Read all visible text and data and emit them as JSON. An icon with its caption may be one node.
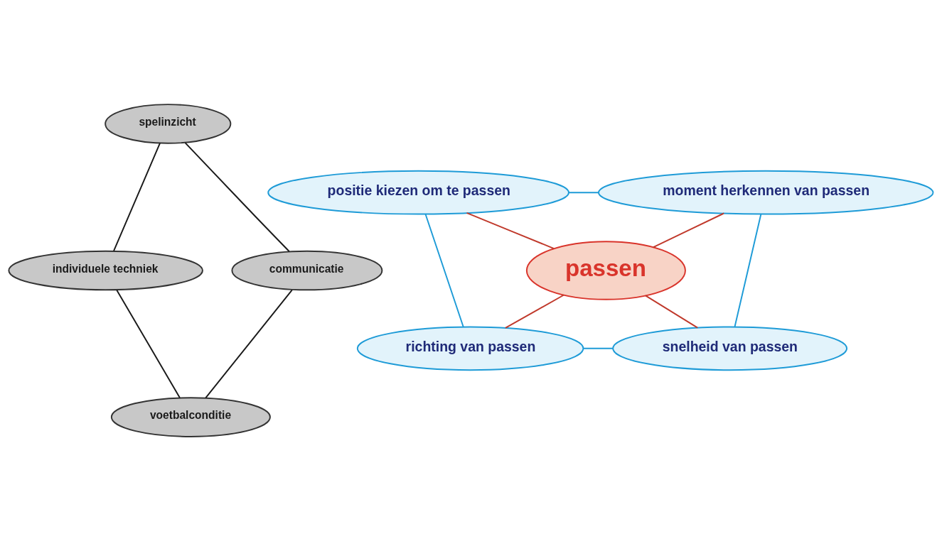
{
  "diagram": {
    "nodes": [
      {
        "text": [
          "spelinzicht"
        ]
      },
      {
        "text": [
          "positie kiezen om te passen"
        ]
      },
      {
        "text": [
          "moment herkennen van passen"
        ]
      },
      {
        "text": [
          "individuele techniek"
        ]
      },
      {
        "text": [
          "passen"
        ]
      },
      {
        "text": [
          "communicatie"
        ]
      },
      {
        "text": [
          "richting van passen"
        ]
      },
      {
        "text": [
          "snelheid van passen"
        ]
      },
      {
        "text": [
          "voetbalconditie"
        ]
      }
    ],
    "edges": [
      {
        "from": 0,
        "to": 5,
        "arrow": "none",
        "color": "#1a1a1a"
      },
      {
        "from": 5,
        "to": 8,
        "arrow": "none",
        "color": "#1a1a1a"
      },
      {
        "from": 0,
        "to": 3,
        "arrow": "none",
        "color": "#1a1a1a"
      },
      {
        "from": 3,
        "to": 8,
        "arrow": "none",
        "color": "#1a1a1a"
      },
      {
        "from": 1,
        "to": 2,
        "arrow": "none",
        "color": "#1e9bd7"
      },
      {
        "from": 2,
        "to": 7,
        "arrow": "none",
        "color": "#1e9bd7"
      },
      {
        "from": 1,
        "to": 6,
        "arrow": "none",
        "color": "#1e9bd7"
      },
      {
        "from": 6,
        "to": 7,
        "arrow": "none",
        "color": "#1e9bd7"
      },
      {
        "from": 1,
        "to": 4,
        "arrow": "none",
        "color": "#c0392b"
      },
      {
        "from": 2,
        "to": 4,
        "arrow": "none",
        "color": "#c0392b"
      },
      {
        "from": 4,
        "to": 6,
        "arrow": "none",
        "color": "#c0392b"
      },
      {
        "from": 4,
        "to": 7,
        "arrow": "none",
        "color": "#c0392b"
      }
    ]
  }
}
